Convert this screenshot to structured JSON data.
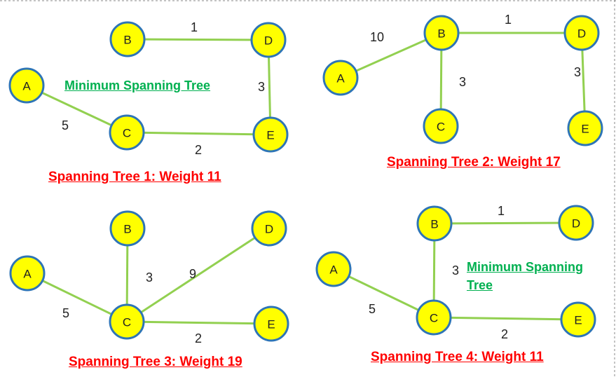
{
  "colors": {
    "node_fill": "#ffff00",
    "node_stroke": "#2e75b6",
    "edge": "#92d050",
    "caption": "#ff0000",
    "mst_note": "#00b050"
  },
  "trees": [
    {
      "id": "tree-1",
      "caption": "Spanning Tree 1: Weight 11",
      "note": "Minimum Spanning Tree",
      "nodes": [
        {
          "id": "A",
          "label": "A"
        },
        {
          "id": "B",
          "label": "B"
        },
        {
          "id": "C",
          "label": "C"
        },
        {
          "id": "D",
          "label": "D"
        },
        {
          "id": "E",
          "label": "E"
        }
      ],
      "edges": [
        {
          "from": "B",
          "to": "D",
          "weight": "1"
        },
        {
          "from": "A",
          "to": "C",
          "weight": "5"
        },
        {
          "from": "C",
          "to": "E",
          "weight": "2"
        },
        {
          "from": "D",
          "to": "E",
          "weight": "3"
        }
      ]
    },
    {
      "id": "tree-2",
      "caption": "Spanning Tree 2: Weight 17",
      "note": "",
      "nodes": [
        {
          "id": "A",
          "label": "A"
        },
        {
          "id": "B",
          "label": "B"
        },
        {
          "id": "C",
          "label": "C"
        },
        {
          "id": "D",
          "label": "D"
        },
        {
          "id": "E",
          "label": "E"
        }
      ],
      "edges": [
        {
          "from": "A",
          "to": "B",
          "weight": "10"
        },
        {
          "from": "B",
          "to": "D",
          "weight": "1"
        },
        {
          "from": "B",
          "to": "C",
          "weight": "3"
        },
        {
          "from": "D",
          "to": "E",
          "weight": "3"
        }
      ]
    },
    {
      "id": "tree-3",
      "caption": "Spanning Tree 3: Weight 19",
      "note": "",
      "nodes": [
        {
          "id": "A",
          "label": "A"
        },
        {
          "id": "B",
          "label": "B"
        },
        {
          "id": "C",
          "label": "C"
        },
        {
          "id": "D",
          "label": "D"
        },
        {
          "id": "E",
          "label": "E"
        }
      ],
      "edges": [
        {
          "from": "A",
          "to": "C",
          "weight": "5"
        },
        {
          "from": "B",
          "to": "C",
          "weight": "3"
        },
        {
          "from": "C",
          "to": "D",
          "weight": "9"
        },
        {
          "from": "C",
          "to": "E",
          "weight": "2"
        }
      ]
    },
    {
      "id": "tree-4",
      "caption": "Spanning Tree 4: Weight 11",
      "note": "Minimum Spanning Tree",
      "nodes": [
        {
          "id": "A",
          "label": "A"
        },
        {
          "id": "B",
          "label": "B"
        },
        {
          "id": "C",
          "label": "C"
        },
        {
          "id": "D",
          "label": "D"
        },
        {
          "id": "E",
          "label": "E"
        }
      ],
      "edges": [
        {
          "from": "B",
          "to": "D",
          "weight": "1"
        },
        {
          "from": "B",
          "to": "C",
          "weight": "3"
        },
        {
          "from": "A",
          "to": "C",
          "weight": "5"
        },
        {
          "from": "C",
          "to": "E",
          "weight": "2"
        }
      ]
    }
  ]
}
